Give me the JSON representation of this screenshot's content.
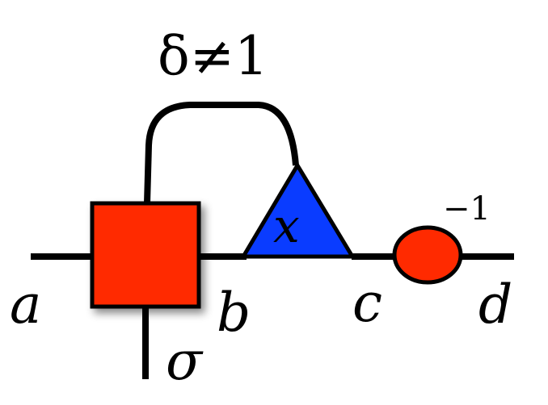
{
  "labels": {
    "a": "a",
    "b": "b",
    "c": "c",
    "d": "d",
    "sigma": "σ",
    "x": "x",
    "delta": "δ≠1",
    "inverse": "−1"
  },
  "colors": {
    "square": "#ff2a00",
    "triangle": "#0a3cff",
    "circle": "#ff2a00",
    "line": "#000000"
  }
}
